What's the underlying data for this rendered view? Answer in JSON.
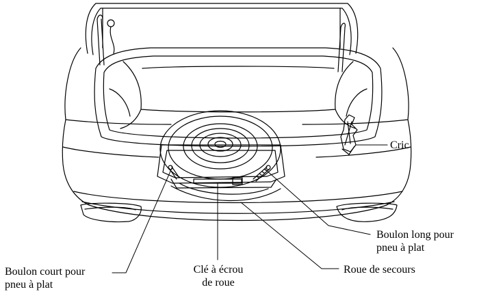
{
  "labels": {
    "jack": {
      "line1": "Cric"
    },
    "long_bolt": {
      "line1": "Boulon long pour",
      "line2": "pneu à plat"
    },
    "short_bolt": {
      "line1": "Boulon court pour",
      "line2": "pneu à plat"
    },
    "lug_wrench": {
      "line1": "Clé à écrou",
      "line2": "de roue"
    },
    "spare_tire": {
      "line1": "Roue de secours"
    }
  },
  "colors": {
    "stroke": "#000000",
    "background": "#ffffff"
  }
}
